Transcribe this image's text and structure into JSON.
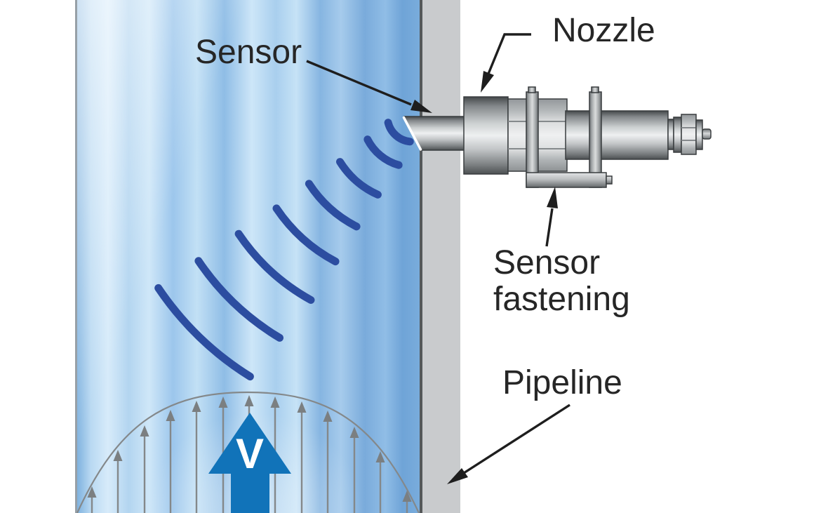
{
  "diagram": {
    "labels": {
      "sensor": "Sensor",
      "nozzle": "Nozzle",
      "sensor_fastening": "Sensor fastening",
      "pipeline": "Pipeline",
      "velocity": "V"
    },
    "colors": {
      "wave_arc": "#2c4da0",
      "flow_arrow": "#1173b9",
      "wall_gray": "#c9cbcd",
      "wall_edge": "#54585a",
      "channel_border": "#97a0a7",
      "label_text": "#262626",
      "leader": "#1e1e1e",
      "profile_line": "#84888a",
      "profile_head": "#7b7f81"
    }
  }
}
